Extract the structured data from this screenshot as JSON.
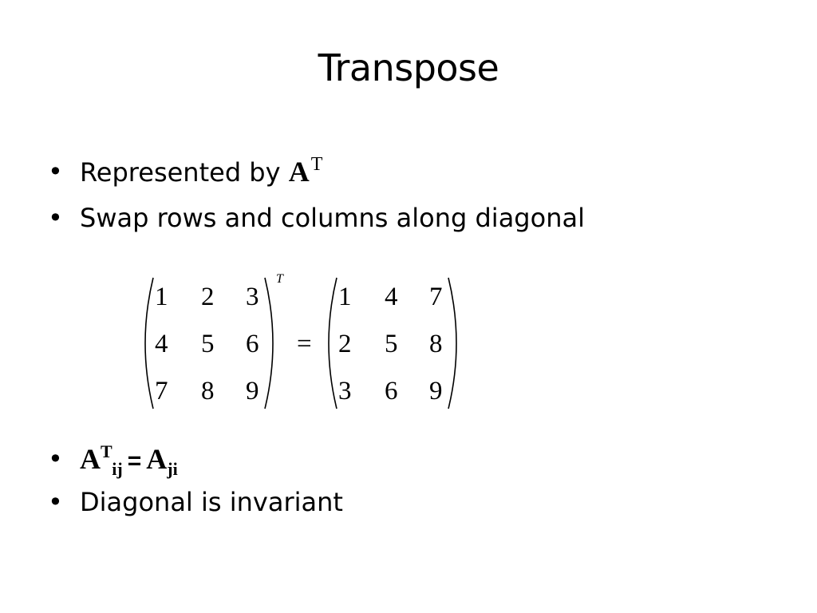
{
  "slide": {
    "title": "Transpose",
    "bullets_top": [
      {
        "text": "Represented by ",
        "symbol": "A",
        "superscript": "T"
      },
      {
        "text": "Swap rows and columns along diagonal"
      }
    ],
    "equation": {
      "left_matrix": [
        [
          "1",
          "2",
          "3"
        ],
        [
          "4",
          "5",
          "6"
        ],
        [
          "7",
          "8",
          "9"
        ]
      ],
      "left_superscript": "T",
      "equals": "=",
      "right_matrix": [
        [
          "1",
          "4",
          "7"
        ],
        [
          "2",
          "5",
          "8"
        ],
        [
          "3",
          "6",
          "9"
        ]
      ]
    },
    "formula": {
      "lhs_symbol": "A",
      "lhs_superscript": "T",
      "lhs_subscript": "ij",
      "equals": "=",
      "rhs_symbol": "A",
      "rhs_subscript": "ji"
    },
    "bullets_bottom": [
      {
        "text": "Diagonal is invariant"
      }
    ],
    "bullet_glyph": "•"
  }
}
